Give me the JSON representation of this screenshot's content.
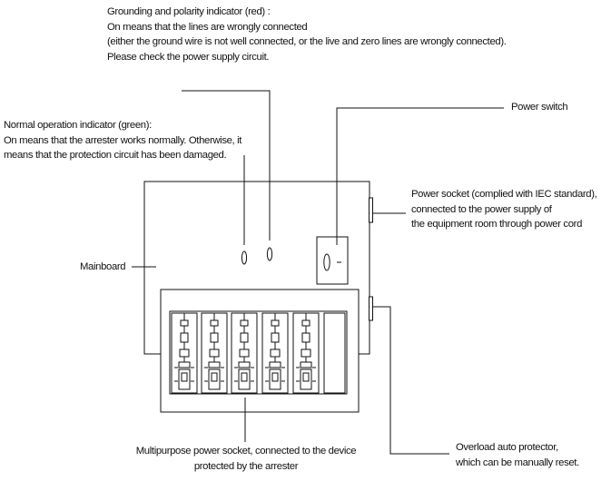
{
  "labels": {
    "grounding": {
      "title": "Grounding and polarity indicator (red) :",
      "line1": "On means that the lines are wrongly connected",
      "line2": "(either the ground wire is not well connected, or the live and zero lines are wrongly connected).",
      "line3": "Please check the power supply circuit."
    },
    "normal": {
      "title": "Normal operation indicator (green):",
      "line1": "On means that the arrester works normally. Otherwise, it",
      "line2": "means that the protection circuit has been damaged."
    },
    "power_switch": "Power switch",
    "power_socket": {
      "line1": "Power socket (complied with IEC standard),",
      "line2": "connected to the power supply of",
      "line3": "the equipment room  through power cord"
    },
    "mainboard": "Mainboard",
    "multipurpose": {
      "line1": "Multipurpose power socket, connected to the device",
      "line2": "protected by the arrester"
    },
    "overload": {
      "line1": "Overload auto protector,",
      "line2": "which can be manually reset."
    }
  },
  "colors": {
    "line": "#111111",
    "background": "#ffffff"
  }
}
